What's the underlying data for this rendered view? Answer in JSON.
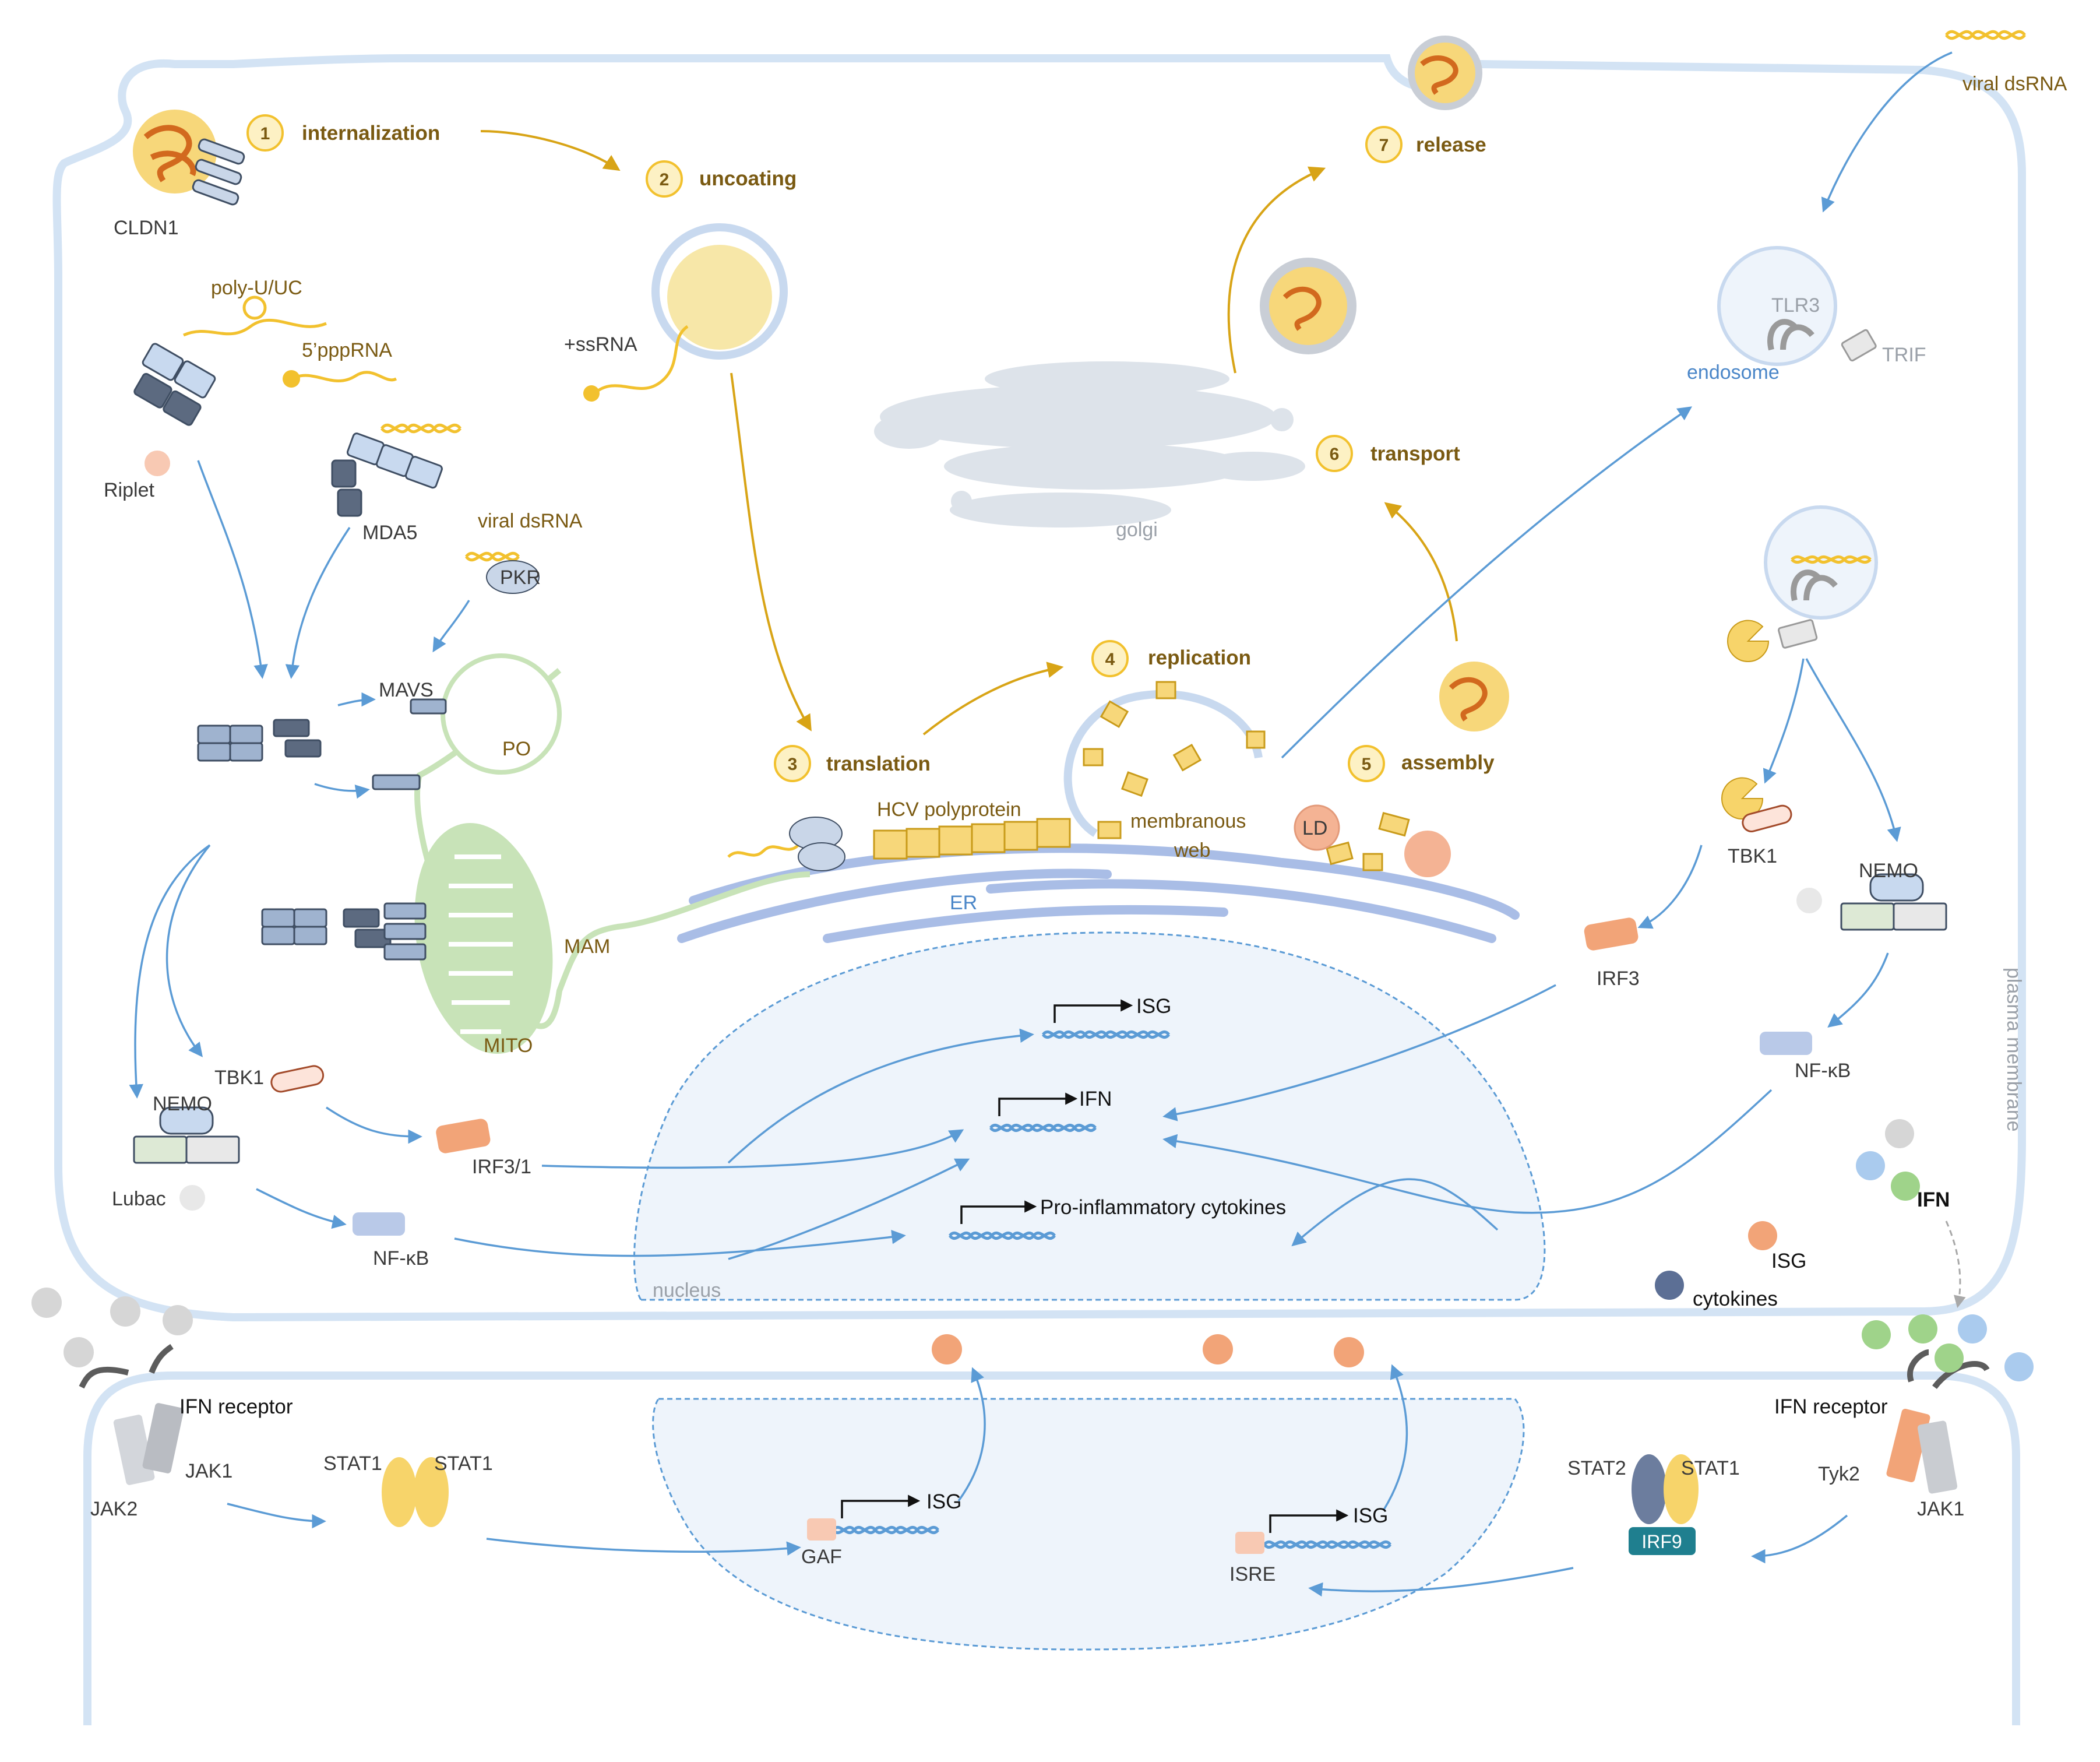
{
  "labels": {
    "cldn1": "CLDN1",
    "internalization": "internalization",
    "uncoating": "uncoating",
    "translation": "translation",
    "replication": "replication",
    "assembly": "assembly",
    "transport": "transport",
    "release": "release",
    "poly_u": "poly-U/UC",
    "ppp_rna": "5’pppRNA",
    "riplet": "Riplet",
    "mda5": "MDA5",
    "viral_dsrna_pkr": "viral dsRNA",
    "pkr": "PKR",
    "mavs": "MAVS",
    "po": "PO",
    "ssrna": "+ssRNA",
    "hcv_polyprotein": "HCV polyprotein",
    "membranous": "membranous",
    "web": "web",
    "ld": "LD",
    "er": "ER",
    "golgi": "golgi",
    "mam": "MAM",
    "mito": "MITO",
    "viral_dsrna_top": "viral dsRNA",
    "tlr3": "TLR3",
    "trif": "TRIF",
    "endosome": "endosome",
    "tbk1_right": "TBK1",
    "nemo_right": "NEMO",
    "irf3_right": "IRF3",
    "nfkb_right": "NF-κB",
    "plasma_membrane": "plasma membrane",
    "tbk1_left": "TBK1",
    "nemo_left": "NEMO",
    "irf31": "IRF3/1",
    "lubac": "Lubac",
    "nfkb_left": "NF-κB",
    "isg_gene": "ISG",
    "ifn_gene": "IFN",
    "cytokine_gene": "Pro-inflammatory cytokines",
    "nucleus": "nucleus",
    "ifn_legend": "IFN",
    "isg_legend": "ISG",
    "cytokines_legend": "cytokines",
    "ifn_receptor_left": "IFN receptor",
    "jak1_left": "JAK1",
    "jak2": "JAK2",
    "stat1_a": "STAT1",
    "stat1_b": "STAT1",
    "gaf": "GAF",
    "isg_gaf": "ISG",
    "isre": "ISRE",
    "isg_isre": "ISG",
    "stat2": "STAT2",
    "stat1_c": "STAT1",
    "irf9": "IRF9",
    "ifn_receptor_right": "IFN receptor",
    "tyk2": "Tyk2",
    "jak1_right": "JAK1"
  },
  "steps": {
    "s1": "1",
    "s2": "2",
    "s3": "3",
    "s4": "4",
    "s5": "5",
    "s6": "6",
    "s7": "7"
  },
  "colors": {
    "membrane": "#d3e3f4",
    "arrow_blue": "#5b9bd5",
    "arrow_gold": "#d8a416",
    "virus_orange": "#d2691e",
    "rna_yellow": "#f2c12e",
    "mito_green": "#c8e3b8",
    "er_blue": "#a9bde6",
    "nucleus_fill": "#eef4fb",
    "irf9_teal": "#1f7f8f",
    "isg_salmon": "#f2a478",
    "cytokine_navy": "#5c6f95",
    "ifn_green": "#9fd38a"
  }
}
